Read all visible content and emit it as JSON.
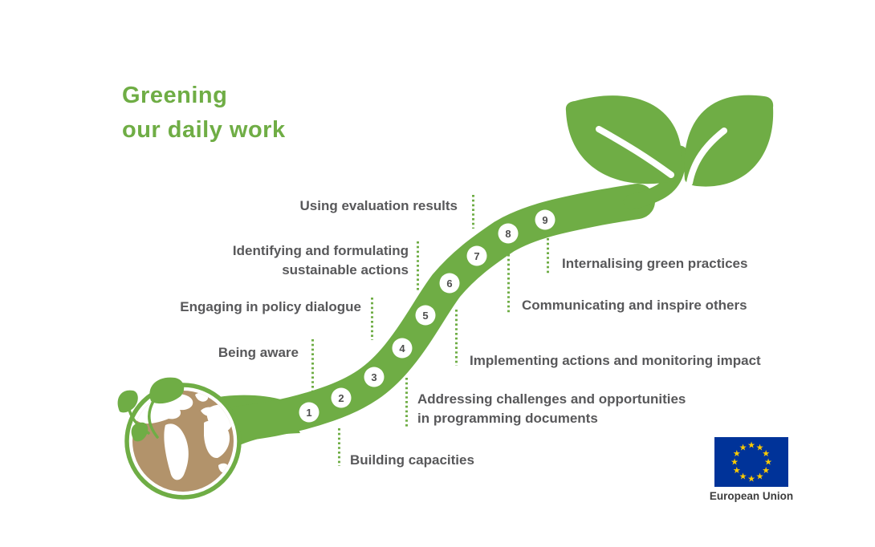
{
  "title": {
    "line1": "Greening",
    "line2": "our daily work"
  },
  "colors": {
    "green": "#6FAD45",
    "label_gray": "#58585A",
    "globe_tan": "#B2936B",
    "eu_blue": "#003399",
    "eu_yellow": "#FFCC00"
  },
  "steps": [
    {
      "number": "1",
      "label": "Being aware",
      "lines": [
        "Being aware"
      ]
    },
    {
      "number": "2",
      "label": "Building capacities",
      "lines": [
        "Building capacities"
      ]
    },
    {
      "number": "3",
      "label": "Engaging in policy dialogue",
      "lines": [
        "Engaging in policy dialogue"
      ]
    },
    {
      "number": "4",
      "label": "Addressing challenges and opportunities in programming documents",
      "lines": [
        "Addressing challenges and opportunities",
        "in programming documents"
      ]
    },
    {
      "number": "5",
      "label": "Identifying and formulating sustainable actions",
      "lines": [
        "Identifying and formulating",
        "sustainable actions"
      ]
    },
    {
      "number": "6",
      "label": "Implementing actions and monitoring impact",
      "lines": [
        "Implementing actions and monitoring impact"
      ]
    },
    {
      "number": "7",
      "label": "Using evaluation results",
      "lines": [
        "Using evaluation results"
      ]
    },
    {
      "number": "8",
      "label": "Communicating and inspire others",
      "lines": [
        "Communicating and inspire others"
      ]
    },
    {
      "number": "9",
      "label": "Internalising green practices",
      "lines": [
        "Internalising green practices"
      ]
    }
  ],
  "eu_logo": {
    "caption": "European Union"
  }
}
